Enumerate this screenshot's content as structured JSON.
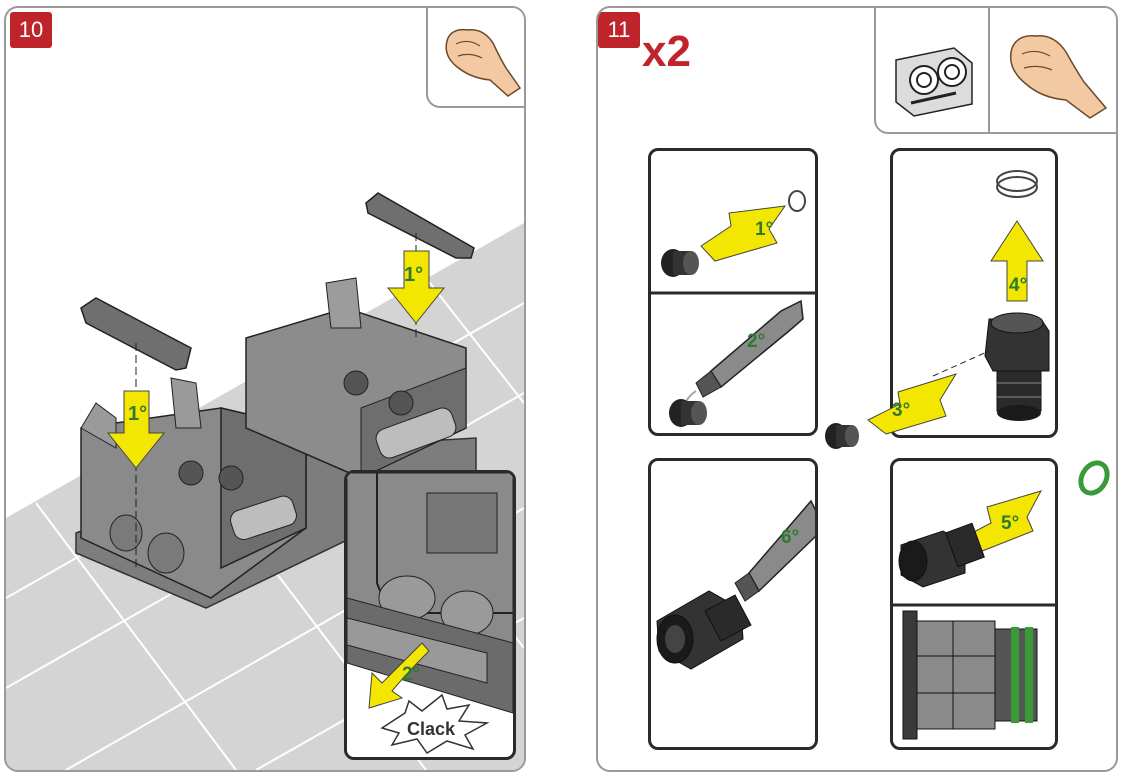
{
  "step10": {
    "number": "10",
    "arrows": {
      "a1": "1°",
      "a2": "1°",
      "a3": "2°"
    },
    "sound": "Clack"
  },
  "step11": {
    "number": "11",
    "multiplier": "x2",
    "arrows": {
      "a1": "1°",
      "a2": "2°",
      "a3": "3°",
      "a4": "4°",
      "a5": "5°",
      "a6": "6°"
    }
  },
  "colors": {
    "badge": "#c0242b",
    "arrow_fill": "#f3e600",
    "arrow_label": "#2e7a2e",
    "panel_border": "#9a9a9a",
    "floor": "#d4d4d4"
  }
}
